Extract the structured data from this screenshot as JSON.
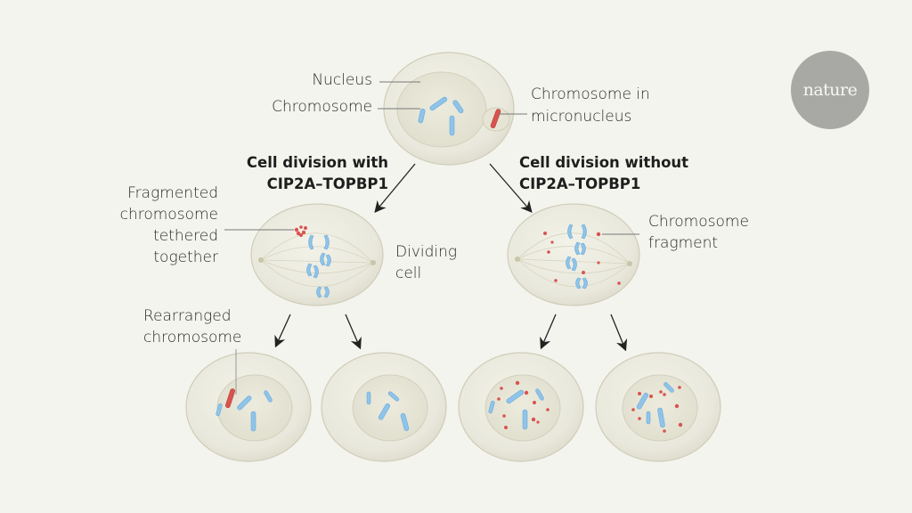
{
  "brand": {
    "logo_text": "nature"
  },
  "labels": {
    "nucleus": "Nucleus",
    "chromosome": "Chromosome",
    "micronucleus_line1": "Chromosome in",
    "micronucleus_line2": "micronucleus",
    "with_heading_line1": "Cell division with",
    "with_heading_line2": "CIP2A–TOPBP1",
    "without_heading_line1": "Cell division without",
    "without_heading_line2": "CIP2A–TOPBP1",
    "fragmented_line1": "Fragmented",
    "fragmented_line2": "chromosome",
    "fragmented_line3": "tethered",
    "fragmented_line4": "together",
    "dividing_line1": "Dividing",
    "dividing_line2": "cell",
    "fragment_line1": "Chromosome",
    "fragment_line2": "fragment",
    "rearranged_line1": "Rearranged",
    "rearranged_line2": "chromosome"
  },
  "colors": {
    "background": "#f4f4ee",
    "cell_fill": "#e8e7da",
    "cell_edge": "#cfcdb8",
    "chromosome_blue": "#8fc4ea",
    "chromosome_red": "#d9534f",
    "arrow": "#222222",
    "logo": "#a8a8a4"
  }
}
